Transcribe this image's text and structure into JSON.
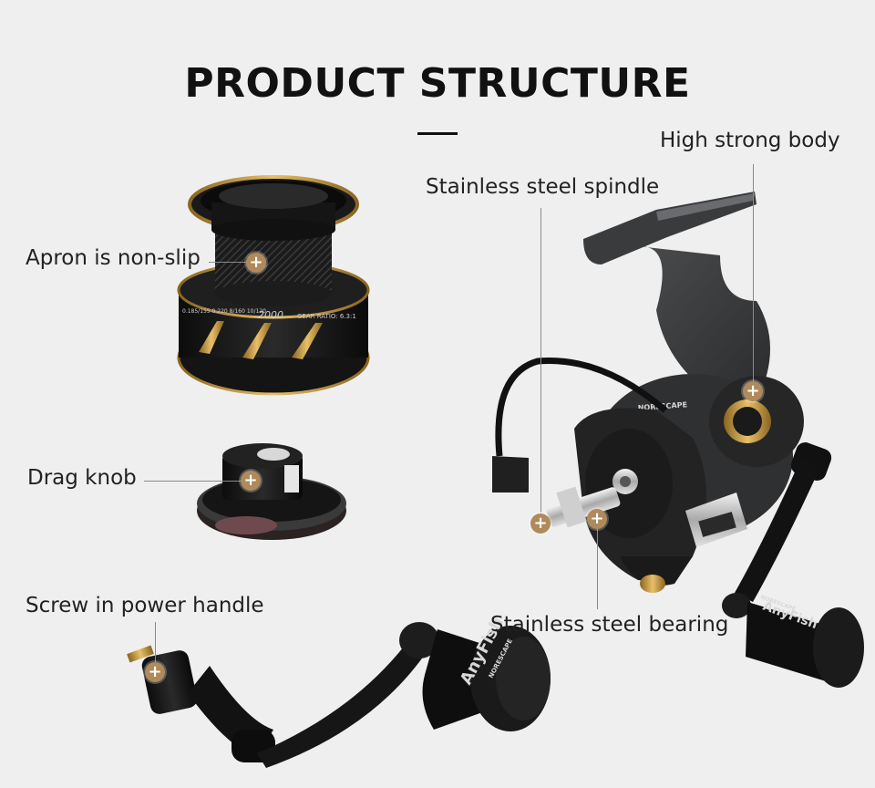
{
  "header": {
    "title": "PRODUCT STRUCTURE"
  },
  "callouts": {
    "apron": "Apron is non-slip",
    "drag_knob": "Drag knob",
    "handle": "Screw in power handle",
    "body": "High strong body",
    "spindle": "Stainless steel spindle",
    "bearing": "Stainless steel bearing"
  },
  "hotspot_symbol": "+",
  "spool_print": {
    "model": "2000",
    "gear_ratio": "GEAR RATIO: 6.3:1",
    "line_capacity": "0.185/155 0.220 8/160 10/120"
  },
  "brand": {
    "handle_knob": "AnyFish",
    "handle_knob_sub": "NORESCAPE",
    "reel_knob": "AnyFish",
    "reel_knob_sub": "NORESCAPE",
    "reel_side": "NORESCAPE"
  },
  "colors": {
    "background": "#efefef",
    "hotspot": "#b08a5a",
    "gold_accent": "#c89a3a",
    "metal_black": "#151515"
  },
  "icons": [
    "plus-hotspot-icon"
  ]
}
